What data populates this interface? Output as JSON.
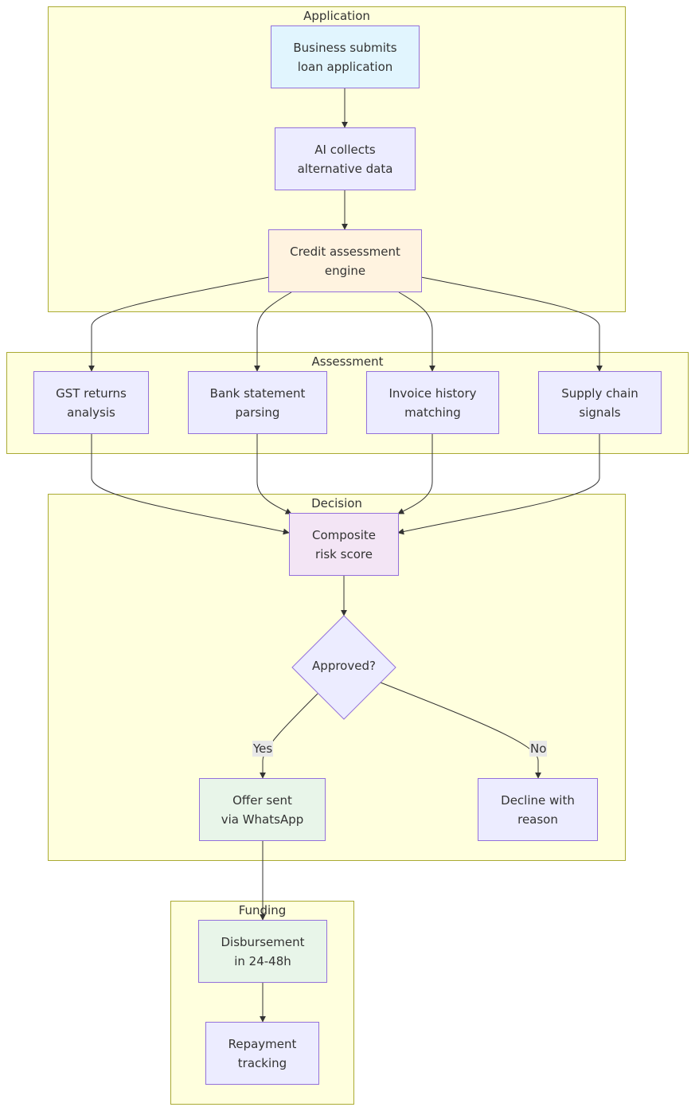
{
  "clusters": {
    "application": {
      "title": "Application"
    },
    "assessment": {
      "title": "Assessment"
    },
    "decision": {
      "title": "Decision"
    },
    "funding": {
      "title": "Funding"
    }
  },
  "nodes": {
    "submit": {
      "label": "Business submits\nloan application",
      "fill": "#e1f5fe"
    },
    "collect": {
      "label": "AI collects\nalternative data",
      "fill": "#ececff"
    },
    "engine": {
      "label": "Credit assessment\nengine",
      "fill": "#fff3e0"
    },
    "gst": {
      "label": "GST returns\nanalysis",
      "fill": "#ececff"
    },
    "bank": {
      "label": "Bank statement\nparsing",
      "fill": "#ececff"
    },
    "invoice": {
      "label": "Invoice history\nmatching",
      "fill": "#ececff"
    },
    "supply": {
      "label": "Supply chain\nsignals",
      "fill": "#ececff"
    },
    "score": {
      "label": "Composite\nrisk score",
      "fill": "#f3e5f5"
    },
    "approved": {
      "label": "Approved?",
      "fill": "#ececff"
    },
    "offer": {
      "label": "Offer sent\nvia WhatsApp",
      "fill": "#e8f5e9"
    },
    "decline": {
      "label": "Decline with\nreason",
      "fill": "#ececff"
    },
    "disburse": {
      "label": "Disbursement\nin 24-48h",
      "fill": "#e8f5e9"
    },
    "repay": {
      "label": "Repayment\ntracking",
      "fill": "#ececff"
    }
  },
  "edge_labels": {
    "yes": "Yes",
    "no": "No"
  },
  "colors": {
    "edge": "#333333",
    "node_border": "#9370db",
    "cluster_fill": "#ffffde",
    "cluster_border": "#aaaa33"
  }
}
